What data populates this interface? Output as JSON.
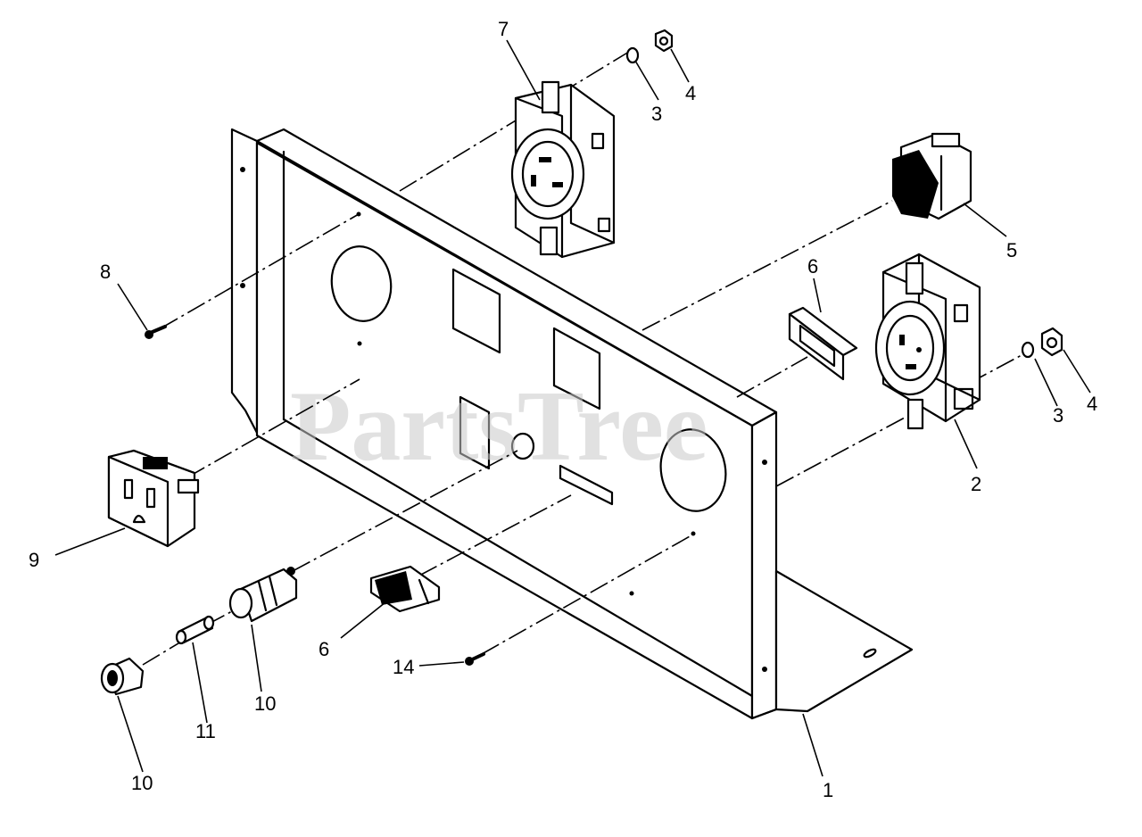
{
  "watermark": "PartsTree",
  "callouts": {
    "c1": "1",
    "c2": "2",
    "c3a": "3",
    "c3b": "3",
    "c4a": "4",
    "c4b": "4",
    "c5": "5",
    "c6a": "6",
    "c6b": "6",
    "c7": "7",
    "c8": "8",
    "c9": "9",
    "c10a": "10",
    "c10b": "10",
    "c11": "11",
    "c14": "14"
  },
  "parts": [
    {
      "ref": "1",
      "icon": "control-panel-bracket"
    },
    {
      "ref": "2",
      "icon": "twist-lock-receptacle-3-prong"
    },
    {
      "ref": "3",
      "icon": "lock-washer"
    },
    {
      "ref": "4",
      "icon": "hex-nut"
    },
    {
      "ref": "5",
      "icon": "rocker-switch"
    },
    {
      "ref": "6",
      "icon": "switch-bezel"
    },
    {
      "ref": "7",
      "icon": "twist-lock-receptacle-4-prong"
    },
    {
      "ref": "8",
      "icon": "screw"
    },
    {
      "ref": "9",
      "icon": "duplex-outlet"
    },
    {
      "ref": "10",
      "icon": "fuse-holder"
    },
    {
      "ref": "11",
      "icon": "fuse"
    },
    {
      "ref": "14",
      "icon": "screw"
    }
  ]
}
